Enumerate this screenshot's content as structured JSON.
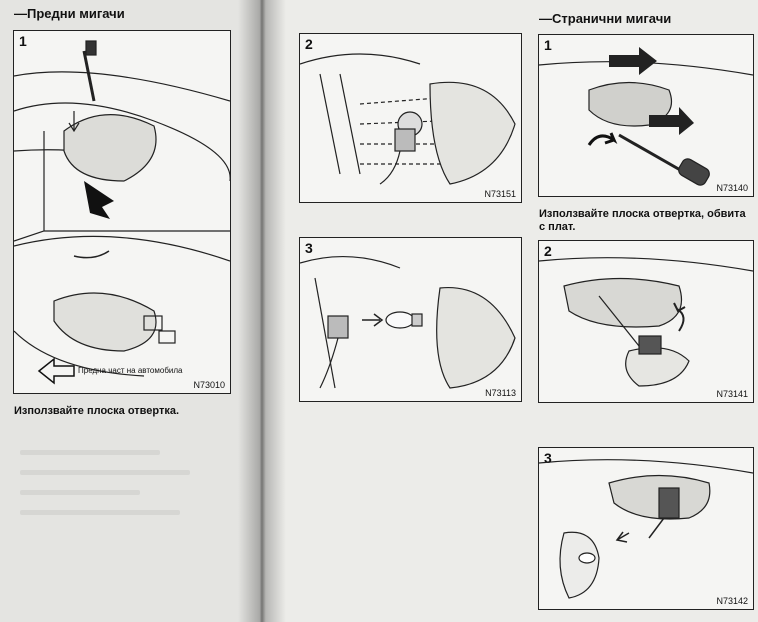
{
  "left_page": {
    "heading": "—Предни мигачи",
    "figure": {
      "number": "1",
      "code": "N73010",
      "arrow_label": "Предна част на автомобила"
    },
    "caption": "Използвайте плоска отвертка."
  },
  "right_page": {
    "middle_column": {
      "figures": [
        {
          "number": "2",
          "code": "N73151"
        },
        {
          "number": "3",
          "code": "N73113"
        }
      ]
    },
    "right_column": {
      "heading": "—Странични мигачи",
      "figures": [
        {
          "number": "1",
          "code": "N73140",
          "caption": "Използвайте плоска отвертка, обвита с плат."
        },
        {
          "number": "2",
          "code": "N73141"
        },
        {
          "number": "3",
          "code": "N73142"
        }
      ]
    }
  }
}
